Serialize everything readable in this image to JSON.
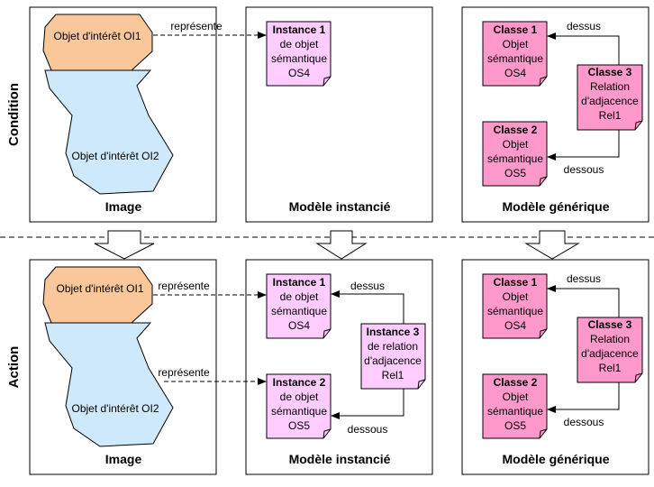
{
  "row_labels": {
    "condition": "Condition",
    "action": "Action"
  },
  "panel_titles": {
    "image": "Image",
    "instance_model": "Modèle instancié",
    "generic_model": "Modèle générique"
  },
  "objects": {
    "oi1": "Objet d'intérêt OI1",
    "oi2": "Objet d'intérêt OI2"
  },
  "relations": {
    "represents": "représente",
    "above": "dessus",
    "below": "dessous"
  },
  "notes": {
    "instance1": [
      "Instance 1",
      "de objet",
      "sémantique",
      "OS4"
    ],
    "instance2": [
      "Instance 2",
      "de objet",
      "sémantique",
      "OS5"
    ],
    "instance3": [
      "Instance 3",
      "de relation",
      "d'adjacence",
      "Rel1"
    ],
    "class1": [
      "Classe 1",
      "Objet",
      "sémantique",
      "OS4"
    ],
    "class2": [
      "Classe 2",
      "Objet",
      "sémantique",
      "OS5"
    ],
    "class3": [
      "Classe 3",
      "Relation",
      "d'adjacence",
      "Rel1"
    ]
  },
  "colors": {
    "orange_region": "#f9c79a",
    "blue_region": "#cde9fb",
    "instance_note": "#ffccff",
    "class_note": "#ff99cc"
  }
}
